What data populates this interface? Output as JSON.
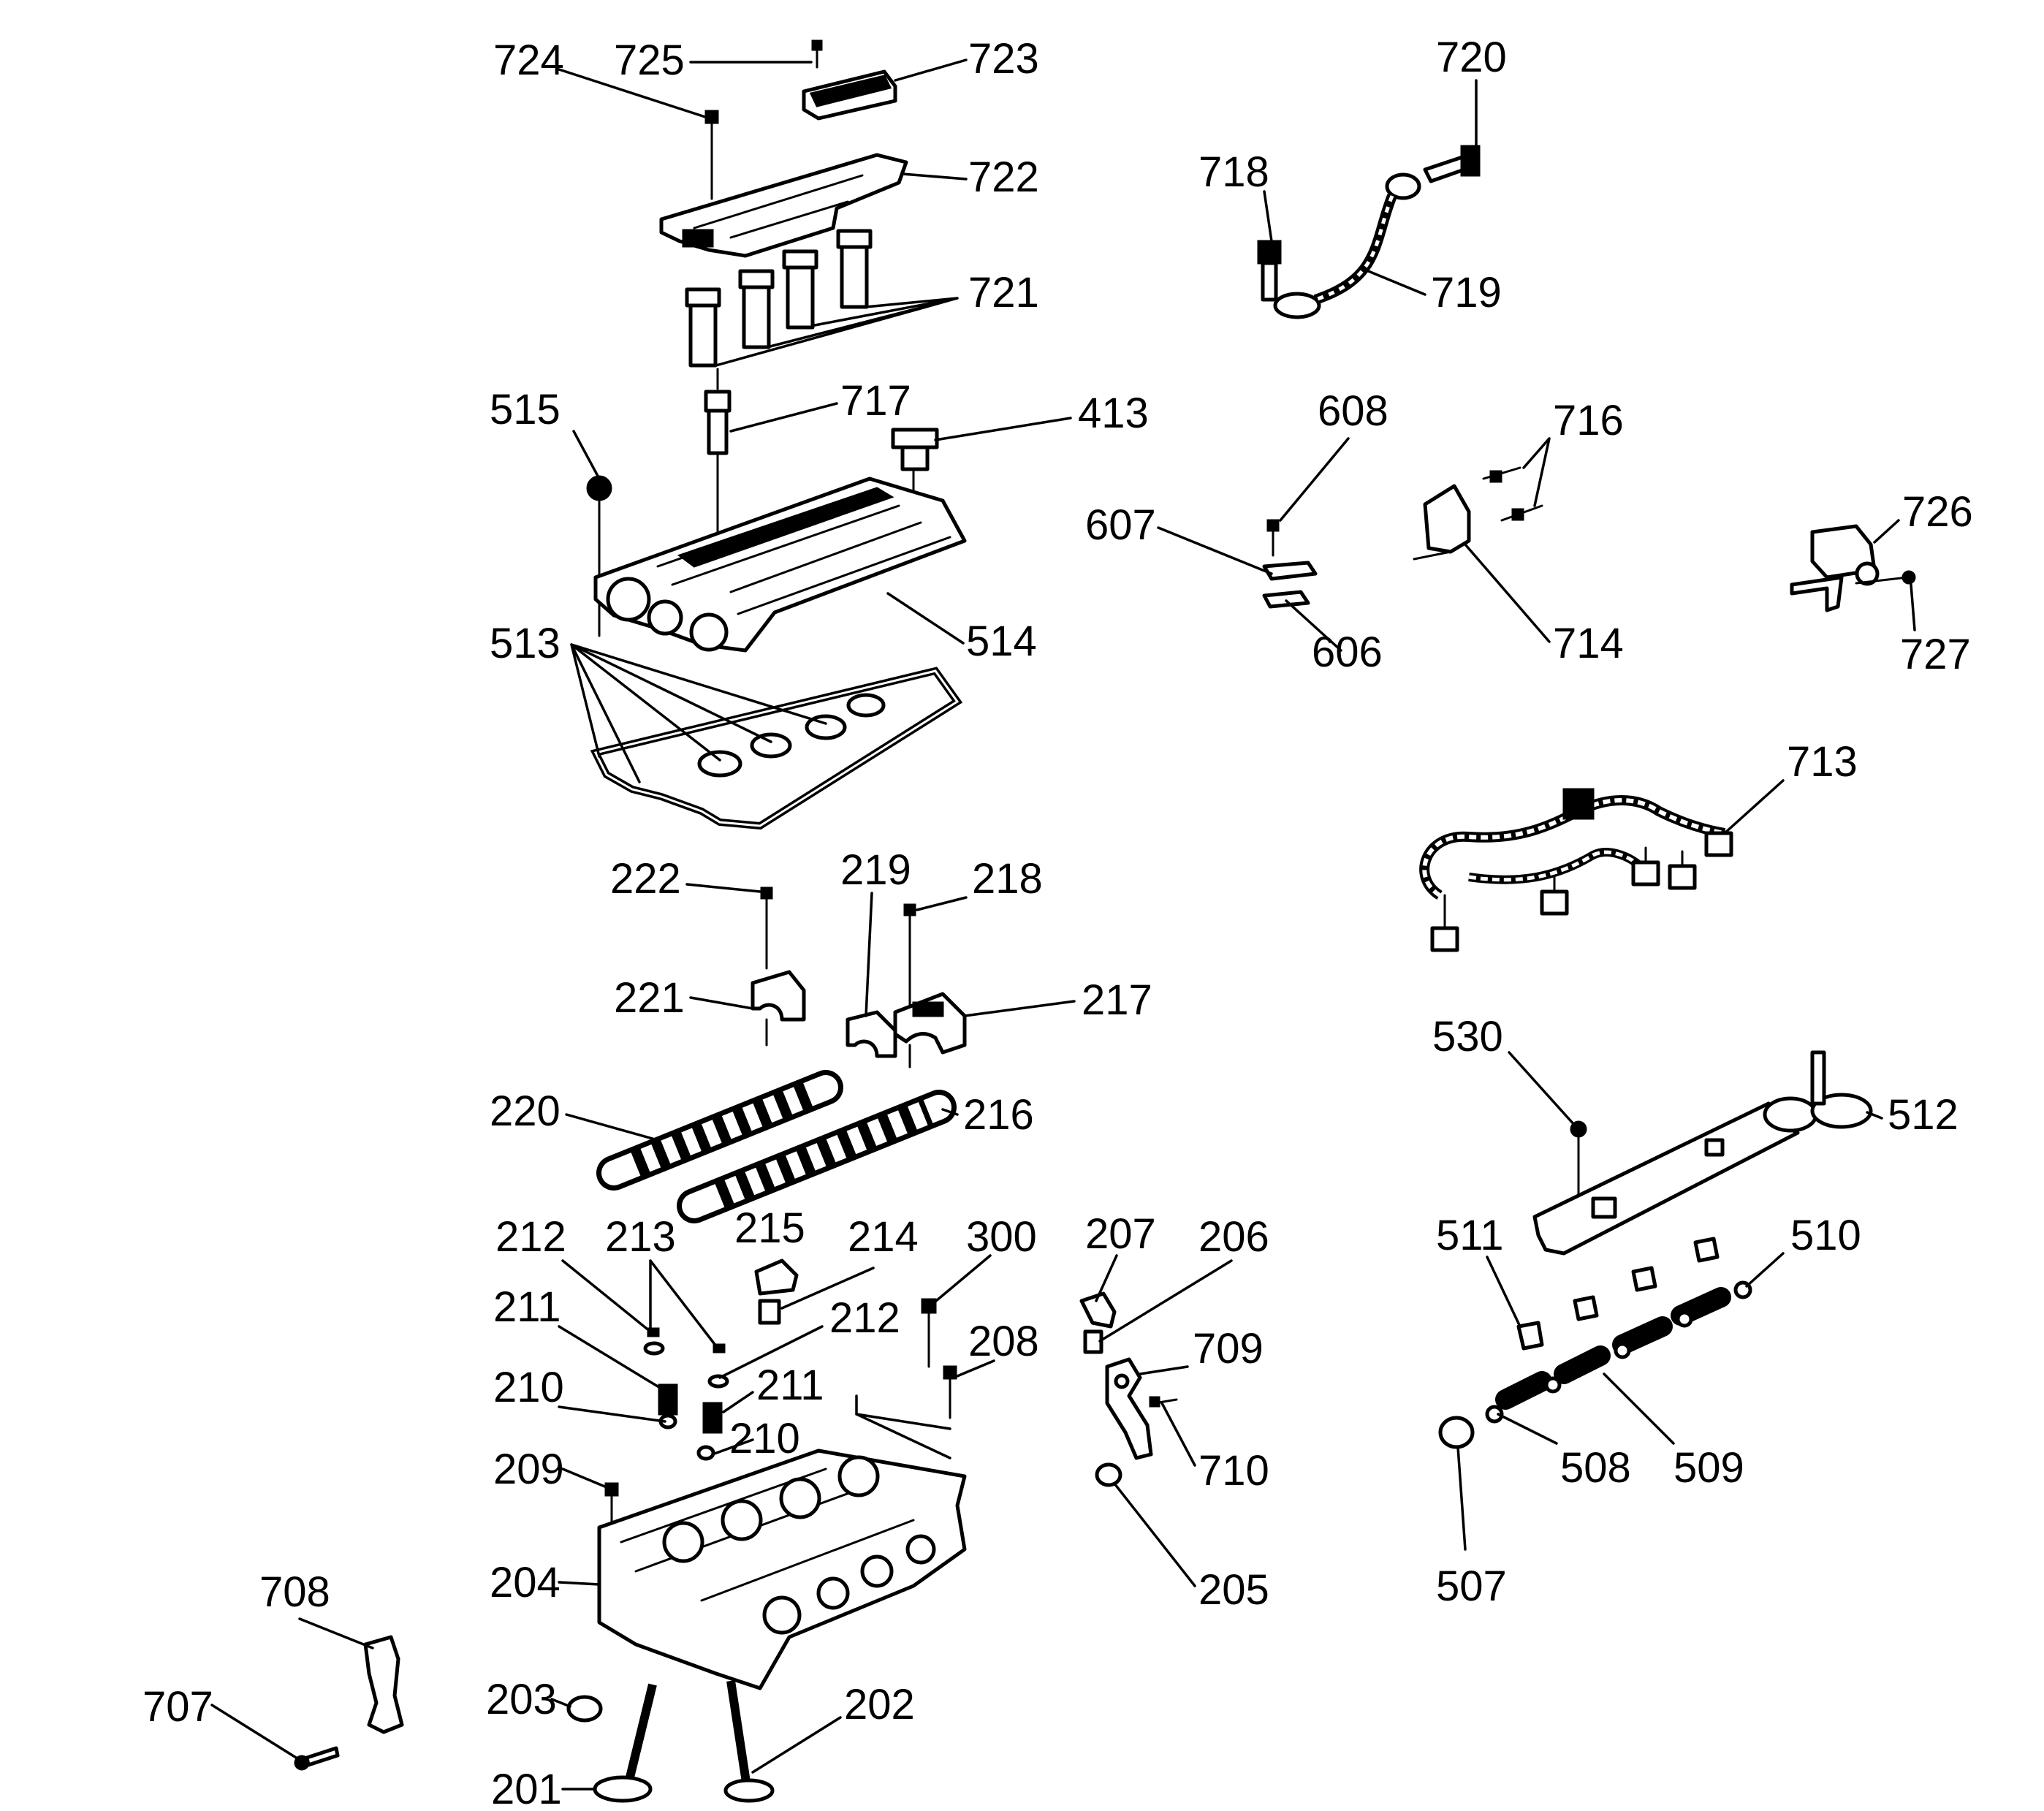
{
  "labels": {
    "l724": "724",
    "l725": "725",
    "l723": "723",
    "l722": "722",
    "l721": "721",
    "l720": "720",
    "l718": "718",
    "l719": "719",
    "l515": "515",
    "l717": "717",
    "l413": "413",
    "l514": "514",
    "l513": "513",
    "l608": "608",
    "l607": "607",
    "l606": "606",
    "l716": "716",
    "l714": "714",
    "l726": "726",
    "l727": "727",
    "l713": "713",
    "l222": "222",
    "l221": "221",
    "l219": "219",
    "l218": "218",
    "l217": "217",
    "l220": "220",
    "l216": "216",
    "l530": "530",
    "l512": "512",
    "l212a": "212",
    "l213": "213",
    "l215": "215",
    "l214": "214",
    "l300": "300",
    "l207": "207",
    "l206": "206",
    "l211a": "211",
    "l212b": "212",
    "l208": "208",
    "l709": "709",
    "l210a": "210",
    "l211b": "211",
    "l210b": "210",
    "l209": "209",
    "l710": "710",
    "l204": "204",
    "l205": "205",
    "l708": "708",
    "l707": "707",
    "l203": "203",
    "l202": "202",
    "l201": "201",
    "l511": "511",
    "l510": "510",
    "l508": "508",
    "l509": "509",
    "l507": "507"
  }
}
